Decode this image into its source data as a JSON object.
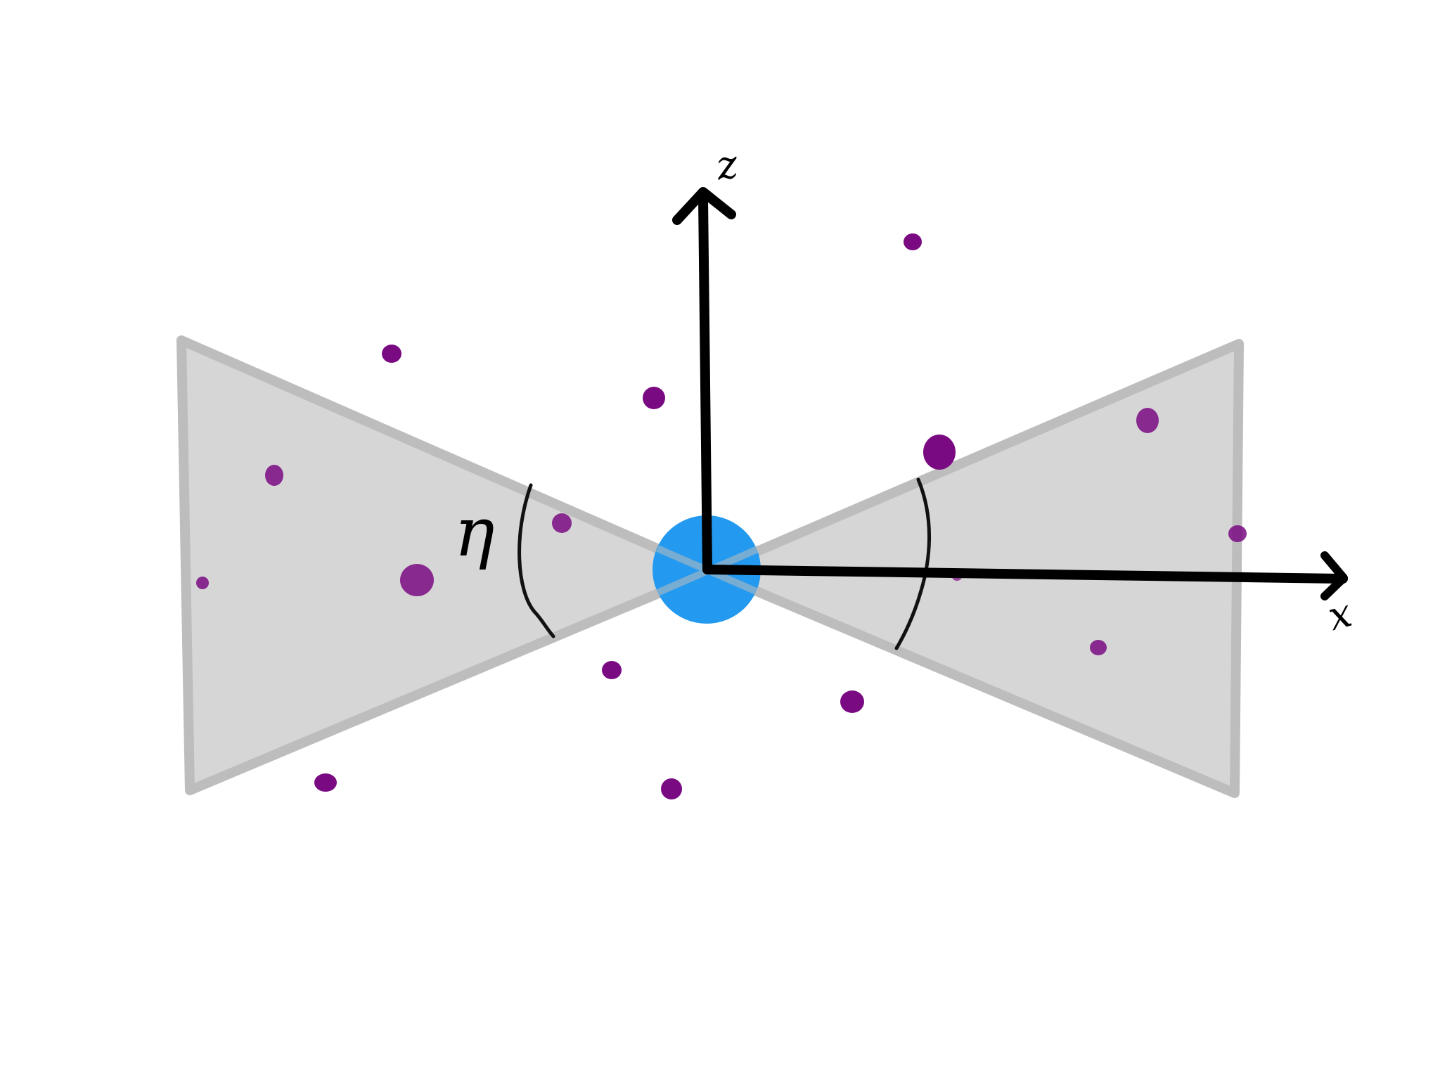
{
  "diagram": {
    "axes": {
      "z_label": "z",
      "x_label": "x"
    },
    "angle_label": "η",
    "colors": {
      "wedge_fill": "#d6d6d6",
      "wedge_edge": "#bdbdbd",
      "central_body": "#2399ef",
      "particles": "#7a0a82",
      "axes": "#000000"
    }
  }
}
